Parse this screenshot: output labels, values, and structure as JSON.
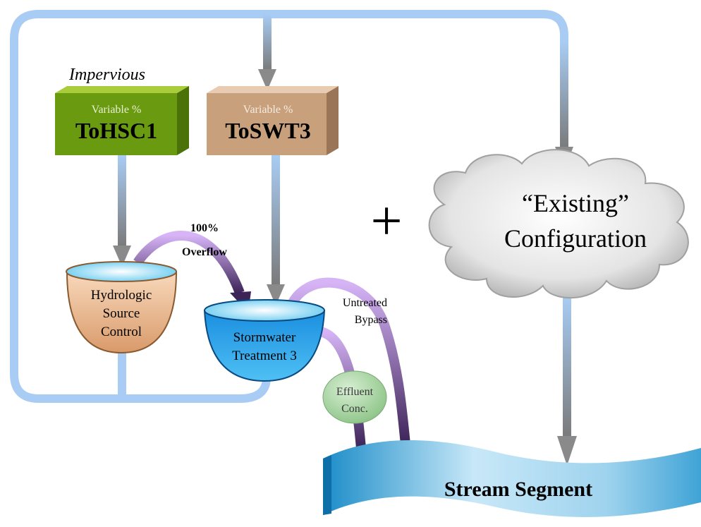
{
  "labels": {
    "impervious": "Impervious",
    "box1_sub": "Variable %",
    "box1_title": "ToHSC1",
    "box2_sub": "Variable %",
    "box2_title": "ToSWT3",
    "hsc_line1": "Hydrologic",
    "hsc_line2": "Source",
    "hsc_line3": "Control",
    "swt_line1": "Stormwater",
    "swt_line2": "Treatment 3",
    "pct_100": "100%",
    "overflow": "Overflow",
    "untreated": "Untreated",
    "bypass": "Bypass",
    "effluent_line1": "Effluent",
    "effluent_line2": "Conc.",
    "plus": "+",
    "existing_line1": "“Existing”",
    "existing_line2": "Configuration",
    "stream": "Stream Segment"
  },
  "colors": {
    "pipe_blue": "#a8ccf4",
    "arrow_gray": "#9a9a9a",
    "purple": "#c8a0f0",
    "box_green": "#6a9a10",
    "box_tan": "#c9a07c",
    "hsc_fill": "#f2c7a0",
    "swt_fill": "#2aa0e8",
    "effluent_green": "#a9d4a3",
    "stream_blue": "#6bb8e3"
  }
}
